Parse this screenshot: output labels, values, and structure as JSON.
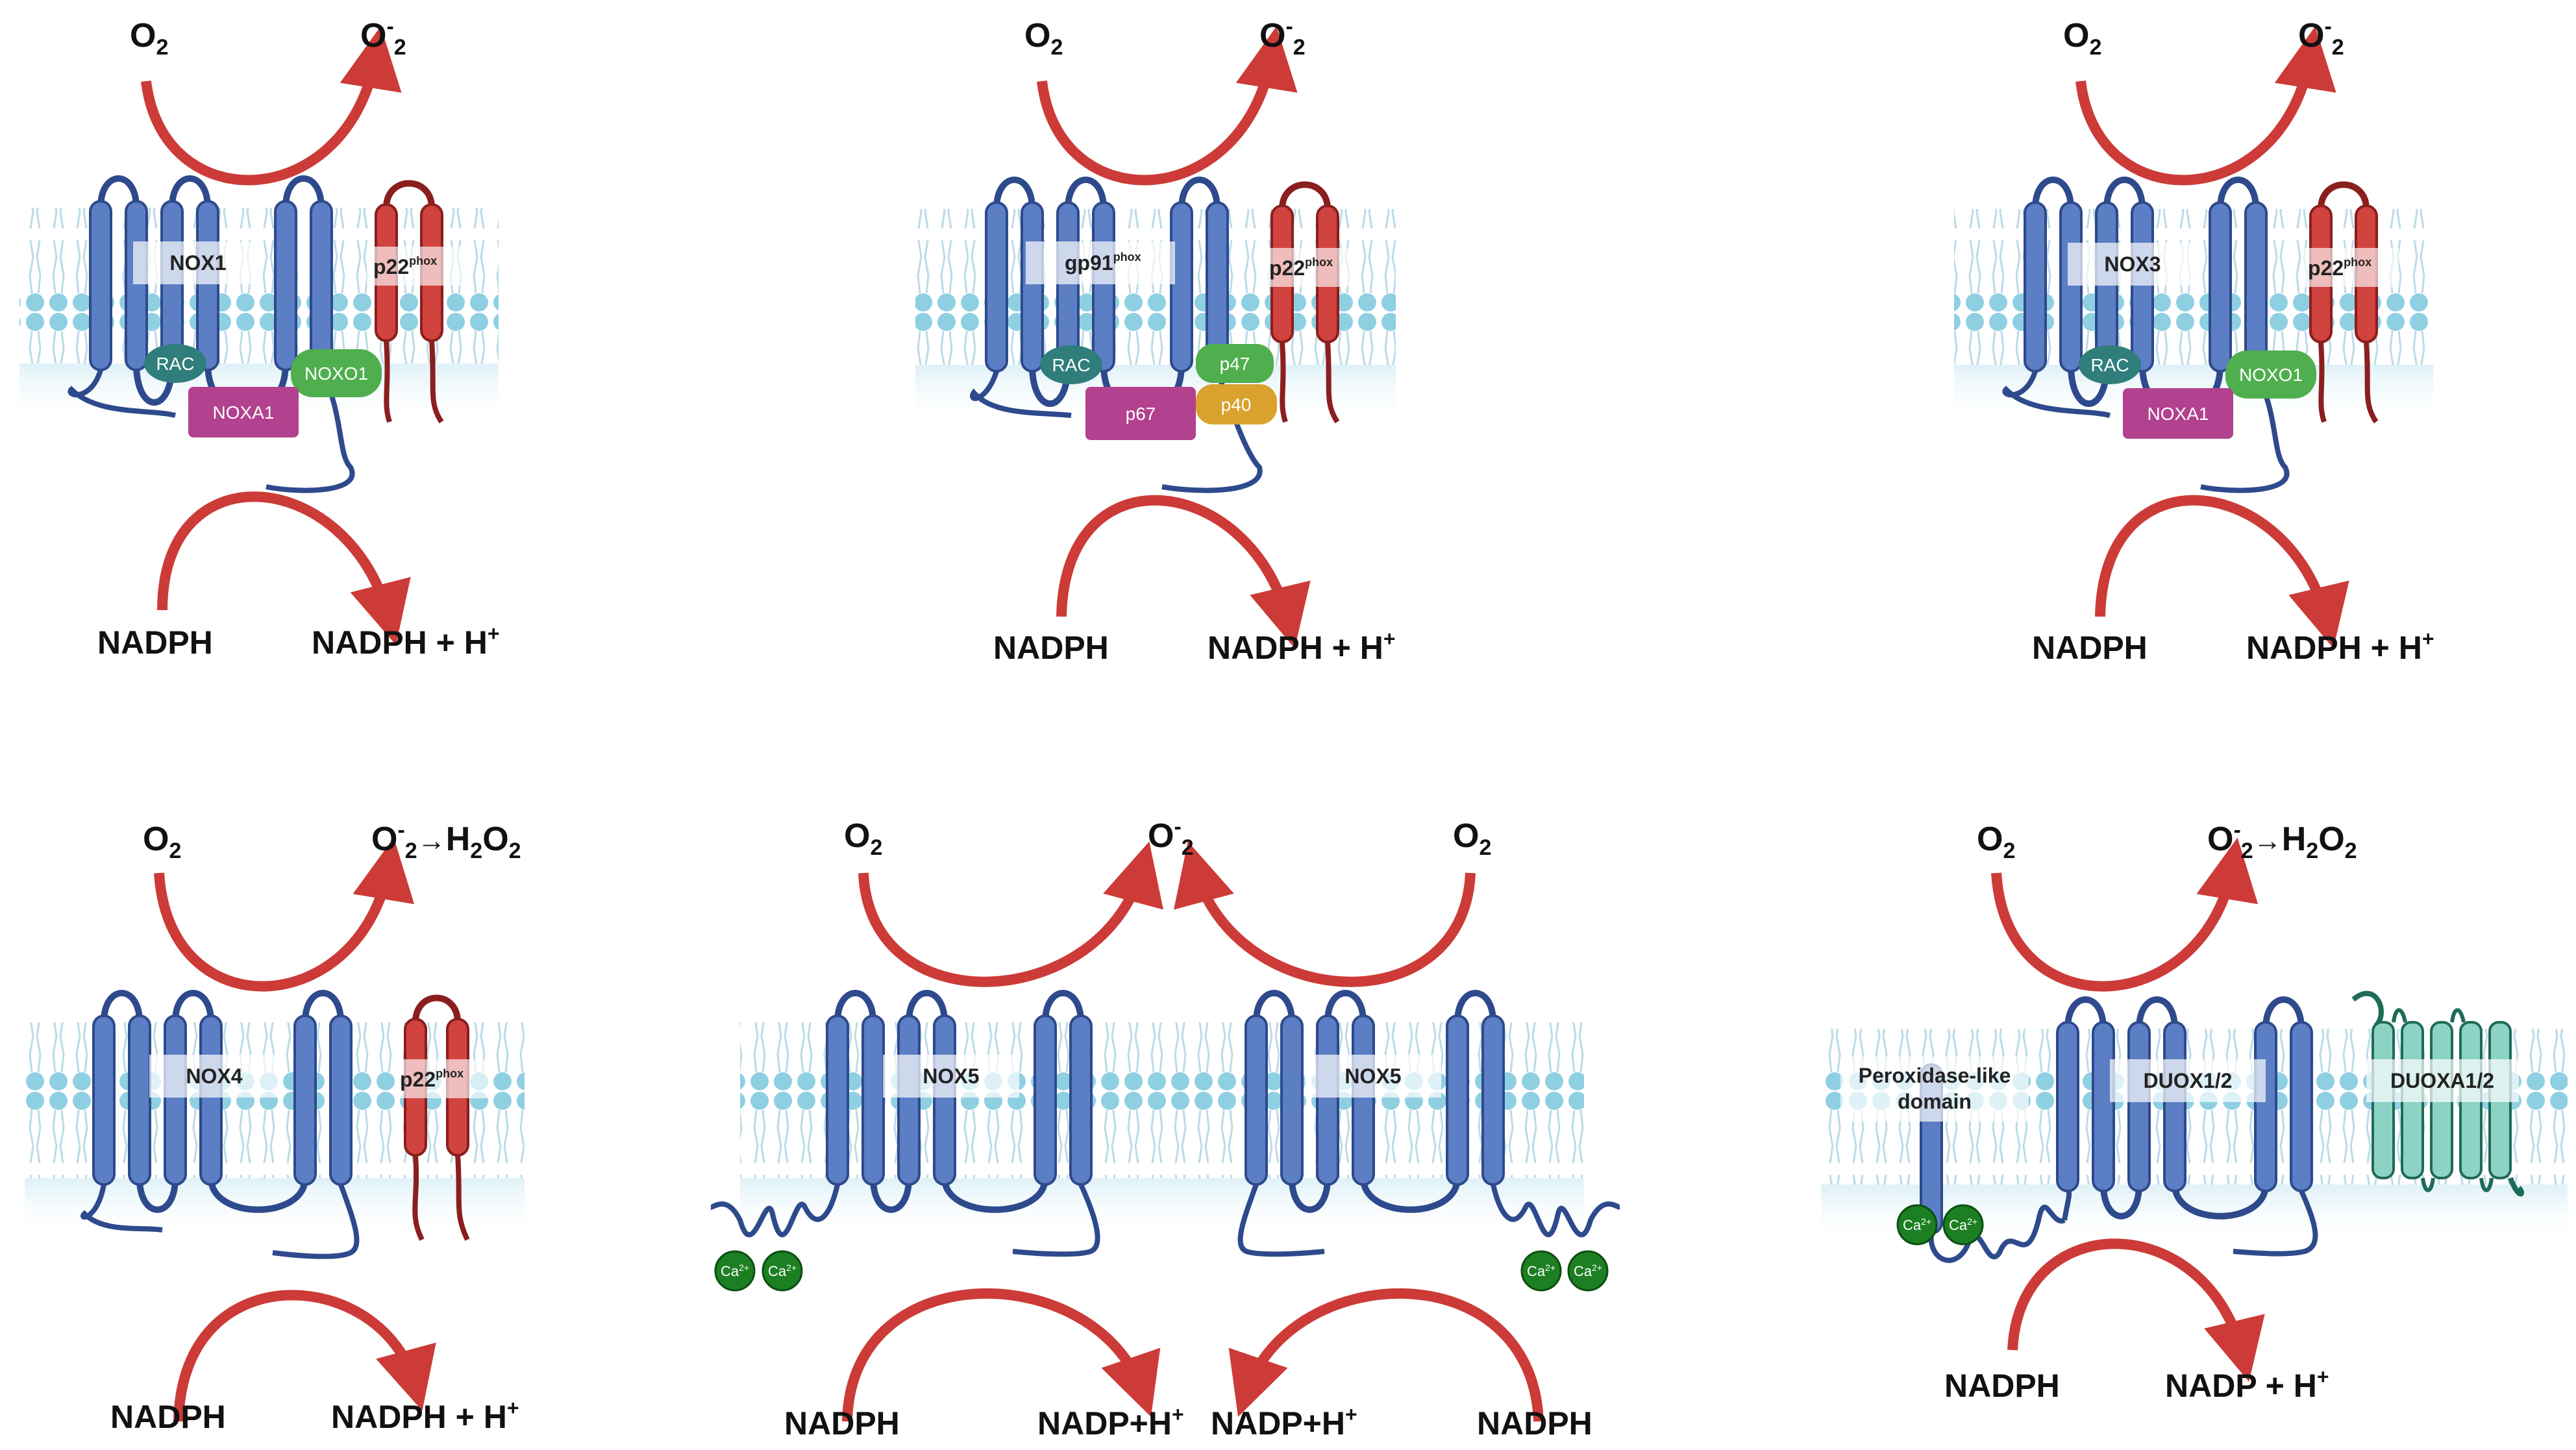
{
  "colors": {
    "membrane_head": "#8fcfe2",
    "membrane_band": "#e3f2f8",
    "helix_blue": "#5b7ec4",
    "helix_outline": "#2e4a8c",
    "helix_red": "#d0433f",
    "red_outline": "#8b1e1e",
    "arrow_red": "#cc3b37",
    "rac": "#2f7e7b",
    "noxo1": "#4fae4d",
    "noxa1": "#b2418f",
    "p40": "#d9a22c",
    "calcium": "#1c7f22",
    "duoxa": "#8dd3c5"
  },
  "labels": {
    "o2": "O",
    "o2_sub": "2",
    "superoxide": "O",
    "superoxide_sup": "-",
    "superoxide_sub": "2",
    "h2o2": "H",
    "h2o2_sub1": "2",
    "h2o2_o": "O",
    "h2o2_sub2": "2",
    "h2o2_arrow": "→",
    "nadph": "NADPH",
    "nadph_h": "NADPH + H",
    "h_sup": "+",
    "nadp_h_compact": "NADP+H",
    "nadp_h_spaced": "NADP + H",
    "calcium": "Ca",
    "calcium_sup": "2+"
  },
  "panels": [
    {
      "id": "nox1",
      "catalytic": "NOX1",
      "partner": "p22",
      "partner_sup": "phox",
      "rac": "RAC",
      "organizer": "NOXO1",
      "activator": "NOXA1"
    },
    {
      "id": "nox2",
      "catalytic": "gp91",
      "catalytic_sup": "phox",
      "partner": "p22",
      "partner_sup": "phox",
      "rac": "RAC",
      "p47": "p47",
      "p67": "p67",
      "p40": "p40"
    },
    {
      "id": "nox3",
      "catalytic": "NOX3",
      "partner": "p22",
      "partner_sup": "phox",
      "rac": "RAC",
      "organizer": "NOXO1",
      "activator": "NOXA1"
    },
    {
      "id": "nox4",
      "catalytic": "NOX4",
      "partner": "p22",
      "partner_sup": "phox"
    },
    {
      "id": "nox5",
      "catalytic_left": "NOX5",
      "catalytic_right": "NOX5"
    },
    {
      "id": "duox",
      "peroxidase_line1": "Peroxidase-like",
      "peroxidase_line2": "domain",
      "catalytic": "DUOX1/2",
      "maturation": "DUOXA1/2"
    }
  ]
}
